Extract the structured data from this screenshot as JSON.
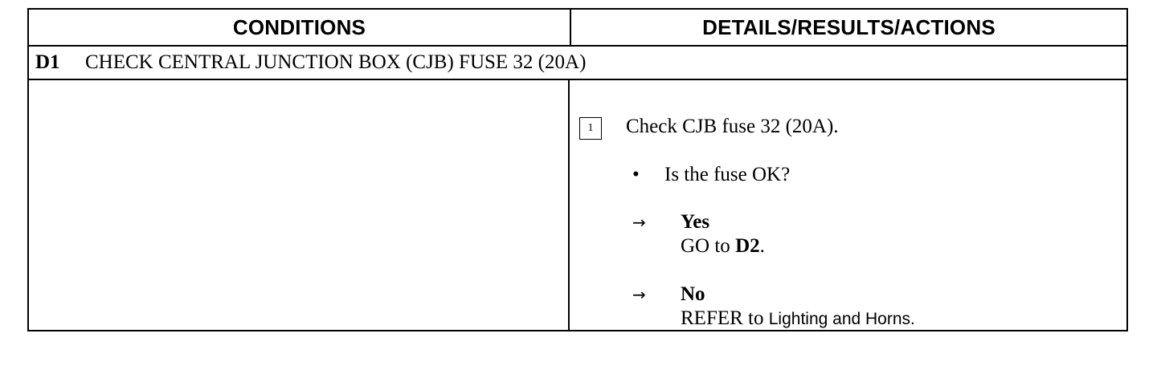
{
  "table": {
    "header_conditions": "CONDITIONS",
    "header_details": "DETAILS/RESULTS/ACTIONS",
    "step_id": "D1",
    "step_title": "CHECK CENTRAL JUNCTION BOX (CJB) FUSE 32 (20A)"
  },
  "action": {
    "number": "1",
    "instruction": "Check CJB fuse 32 (20A).",
    "bullet": "•",
    "question": "Is the fuse OK?",
    "arrow": "→",
    "yes_label": "Yes",
    "yes_text_prefix": "GO to ",
    "yes_target": "D2",
    "yes_text_suffix": ".",
    "no_label": "No",
    "no_text_prefix": "REFER to ",
    "no_reference": "Lighting and Horns."
  }
}
